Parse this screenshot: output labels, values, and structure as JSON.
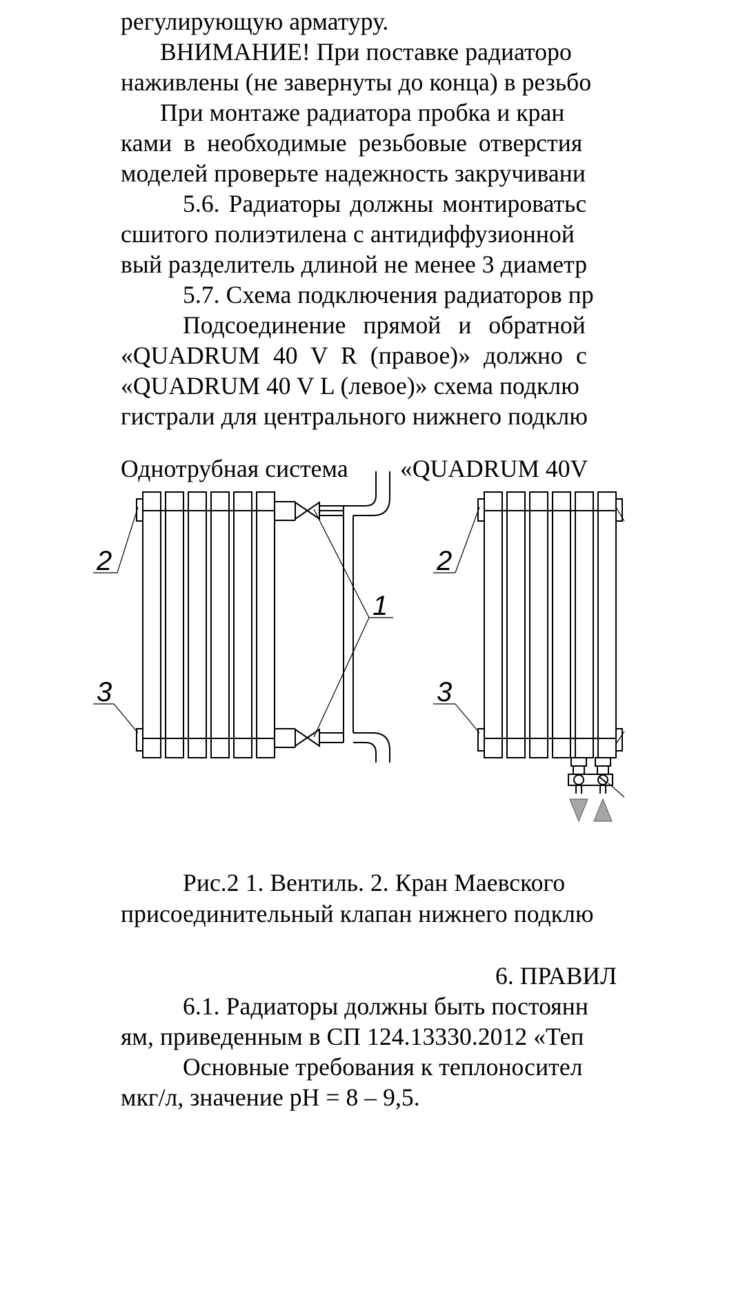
{
  "text": {
    "p0": "регулирующую арматуру.",
    "p1a": "ВНИМАНИЕ! При поставке радиаторо",
    "p1b": "наживлены (не завернуты до конца) в резьбо",
    "p2a": "При монтаже радиатора пробка и кран",
    "p2b": "ками в необходимые резьбовые отверстия",
    "p2c": "моделей проверьте надежность закручивани",
    "p3a": "5.6. Радиаторы должны монтироватьс",
    "p3b": "сшитого полиэтилена с антидиффузионной",
    "p3c": "вый разделитель длиной не менее 3 диаметр",
    "p4": "5.7. Схема подключения радиаторов пр",
    "p5a": "Подсоединение прямой и обратной",
    "p5b": "«QUADRUM 40 V R (правое)» должно с",
    "p5c": "«QUADRUM 40 V L (левое)» схема подклю",
    "p5d": "гистрали для центрального нижнего подклю",
    "figure_left_title": "Однотрубная система",
    "figure_right_title": "«QUADRUM 40V",
    "caption1": "Рис.2     1. Вентиль. 2. Кран Маевского",
    "caption2": "присоединительный клапан нижнего подклю",
    "section6": "6. ПРАВИЛ",
    "p61a": "6.1. Радиаторы должны быть постоянн",
    "p61b": "ям, приведенным в СП 124.13330.2012 «Теп",
    "p62a": "Основные требования к теплоносител",
    "p62b": "мкг/л, значение рН = 8 – 9,5."
  },
  "labels": {
    "one": "1",
    "two": "2",
    "three": "3"
  }
}
